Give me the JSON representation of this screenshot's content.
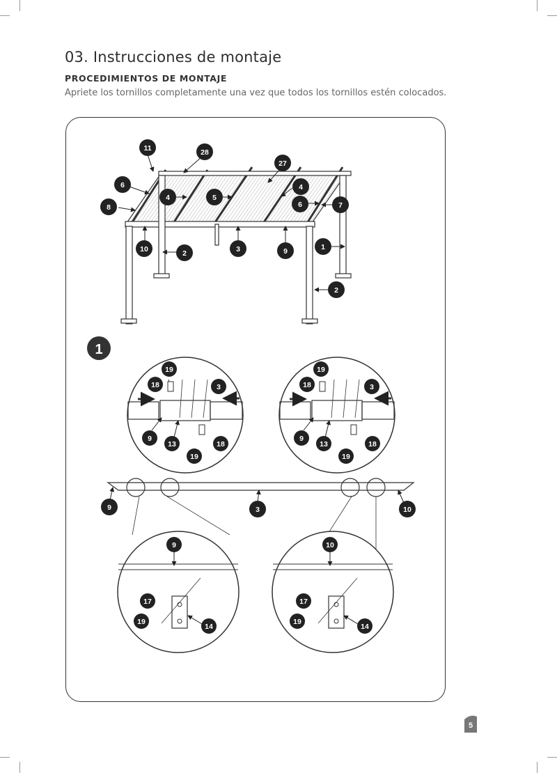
{
  "header": {
    "title": "03. Instrucciones de montaje",
    "subtitle": "PROCEDIMIENTOS DE MONTAJE",
    "description": "Apriete los tornillos completamente una vez que todos los tornillos estén colocados."
  },
  "step": {
    "number": "1"
  },
  "labels": {
    "overview": [
      "11",
      "28",
      "27",
      "6",
      "4",
      "4",
      "8",
      "5",
      "6",
      "7",
      "10",
      "2",
      "3",
      "9",
      "1",
      "2"
    ],
    "detail_left_top": [
      "19",
      "18",
      "3",
      "9",
      "13",
      "18",
      "19"
    ],
    "detail_right_top": [
      "19",
      "18",
      "3",
      "9",
      "13",
      "18",
      "19"
    ],
    "beam": [
      "9",
      "3",
      "10"
    ],
    "detail_left_bottom": [
      "9",
      "17",
      "19",
      "14"
    ],
    "detail_right_bottom": [
      "10",
      "17",
      "19",
      "14"
    ]
  },
  "footer": {
    "page_number": "5"
  }
}
